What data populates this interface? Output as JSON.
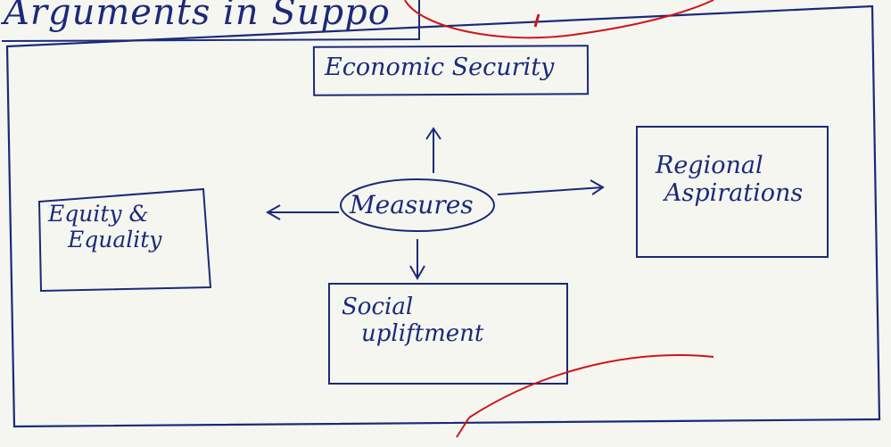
{
  "heading": "Arguments in Suppo",
  "diagram": {
    "center": "Measures",
    "nodes": [
      {
        "id": "economic",
        "label": "Economic Security"
      },
      {
        "id": "equity",
        "line1": "Equity &",
        "line2": "Equality"
      },
      {
        "id": "regional",
        "line1": "Regional",
        "line2": "Aspirations"
      },
      {
        "id": "social",
        "line1": "Social",
        "line2": "upliftment"
      }
    ]
  },
  "colors": {
    "ink": "#1b2a78",
    "teacher_ink": "#d0141a",
    "paper": "#f6f6f1"
  }
}
